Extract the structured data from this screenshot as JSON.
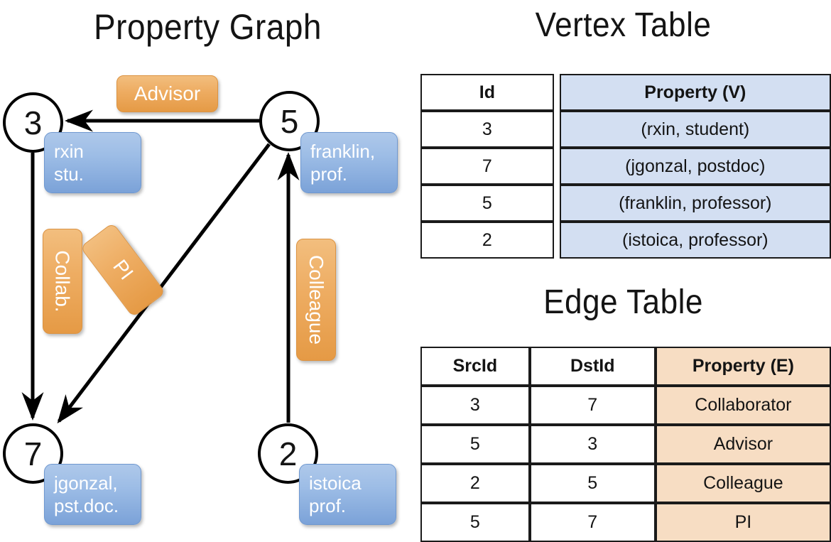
{
  "titles": {
    "graph": "Property Graph",
    "vertex_table": "Vertex Table",
    "edge_table": "Edge Table"
  },
  "graph": {
    "nodes": [
      {
        "id": "3",
        "label": "3",
        "property_line1": "rxin",
        "property_line2": "stu."
      },
      {
        "id": "5",
        "label": "5",
        "property_line1": "franklin,",
        "property_line2": "prof."
      },
      {
        "id": "7",
        "label": "7",
        "property_line1": "jgonzal,",
        "property_line2": "pst.doc."
      },
      {
        "id": "2",
        "label": "2",
        "property_line1": "istoica",
        "property_line2": "prof."
      }
    ],
    "edge_labels": [
      {
        "name": "advisor",
        "text": "Advisor",
        "orientation": "horizontal"
      },
      {
        "name": "collab",
        "text": "Collab.",
        "orientation": "vertical"
      },
      {
        "name": "pi",
        "text": "PI",
        "orientation": "diagonal"
      },
      {
        "name": "colleague",
        "text": "Colleague",
        "orientation": "vertical"
      }
    ],
    "edges": [
      {
        "from": "5",
        "to": "3",
        "label": "Advisor"
      },
      {
        "from": "3",
        "to": "7",
        "label": "Collab."
      },
      {
        "from": "5",
        "to": "7",
        "label": "PI"
      },
      {
        "from": "2",
        "to": "5",
        "label": "Colleague"
      }
    ]
  },
  "vertex_table": {
    "headers": [
      "Id",
      "Property (V)"
    ],
    "rows": [
      {
        "id": "3",
        "property": "(rxin, student)"
      },
      {
        "id": "7",
        "property": "(jgonzal, postdoc)"
      },
      {
        "id": "5",
        "property": "(franklin, professor)"
      },
      {
        "id": "2",
        "property": "(istoica, professor)"
      }
    ]
  },
  "edge_table": {
    "headers": [
      "SrcId",
      "DstId",
      "Property (E)"
    ],
    "rows": [
      {
        "src": "3",
        "dst": "7",
        "property": "Collaborator"
      },
      {
        "src": "5",
        "dst": "3",
        "property": "Advisor"
      },
      {
        "src": "2",
        "dst": "5",
        "property": "Colleague"
      },
      {
        "src": "5",
        "dst": "7",
        "property": "PI"
      }
    ]
  },
  "colors": {
    "vertex_property_fill": "#d3dff2",
    "edge_property_fill": "#f7ddc3",
    "node_box_blue": "#8fb2e0",
    "edge_label_orange": "#eead63",
    "stroke": "#000000"
  }
}
